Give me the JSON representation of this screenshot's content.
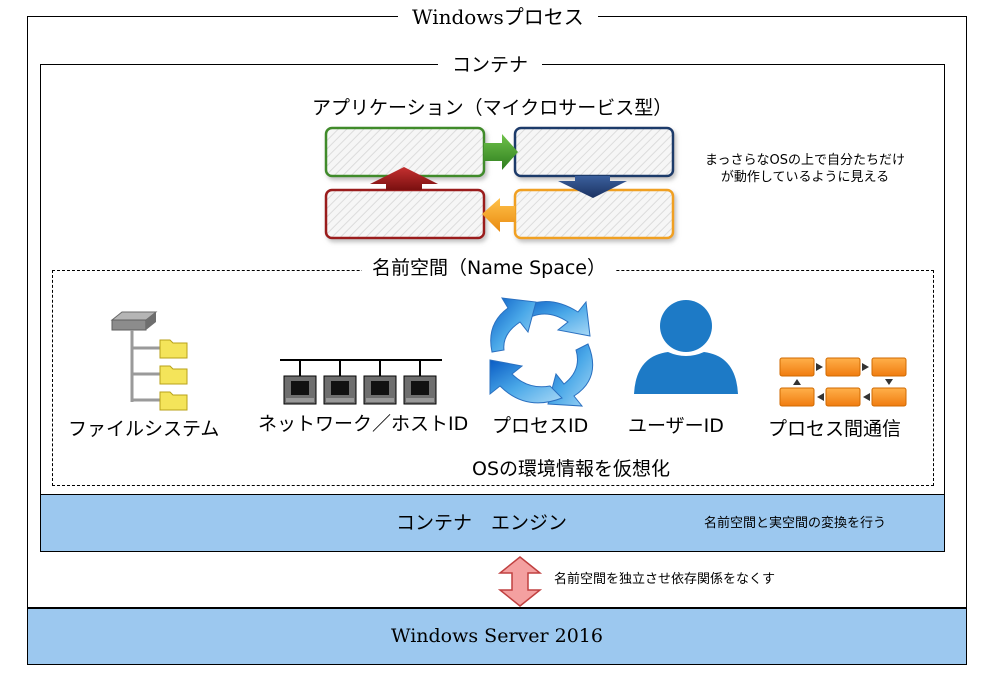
{
  "windows_process": {
    "title": "Windowsプロセス"
  },
  "container": {
    "title": "コンテナ"
  },
  "application": {
    "title": "アプリケーション（マイクロサービス型）",
    "note_line1": "まっさらなOSの上で自分たちだけ",
    "note_line2": "が動作しているように見える"
  },
  "namespace": {
    "title": "名前空間（Name Space）",
    "items": [
      {
        "label": "ファイルシステム",
        "icon": "folder-tree-icon"
      },
      {
        "label": "ネットワーク／ホストID",
        "icon": "network-hosts-icon"
      },
      {
        "label": "プロセスID",
        "icon": "cycle-arrows-icon"
      },
      {
        "label": "ユーザーID",
        "icon": "user-icon"
      },
      {
        "label": "プロセス間通信",
        "icon": "ipc-blocks-icon"
      }
    ],
    "summary": "OSの環境情報を仮想化"
  },
  "engine": {
    "title": "コンテナ　エンジン",
    "note": "名前空間と実空間の変換を行う"
  },
  "isolation": {
    "note": "名前空間を独立させ依存関係をなくす"
  },
  "host": {
    "title": "Windows Server 2016"
  },
  "colors": {
    "green": "#3f8b2a",
    "navy": "#1f3a6b",
    "orange": "#f0a020",
    "red": "#9a1a1a",
    "engine_fill": "#9cc8ef",
    "host_fill": "#9cc8ef",
    "arrow_pink": "#f4a0a0"
  }
}
